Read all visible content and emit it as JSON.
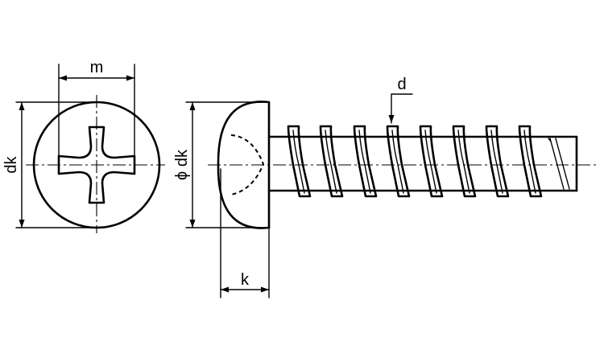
{
  "labels": {
    "m": "m",
    "dk": "dk",
    "phi": "ϕ",
    "phi_dk": "dk",
    "k": "k",
    "d": "d"
  },
  "colors": {
    "line": "#000000",
    "background": "#ffffff"
  }
}
